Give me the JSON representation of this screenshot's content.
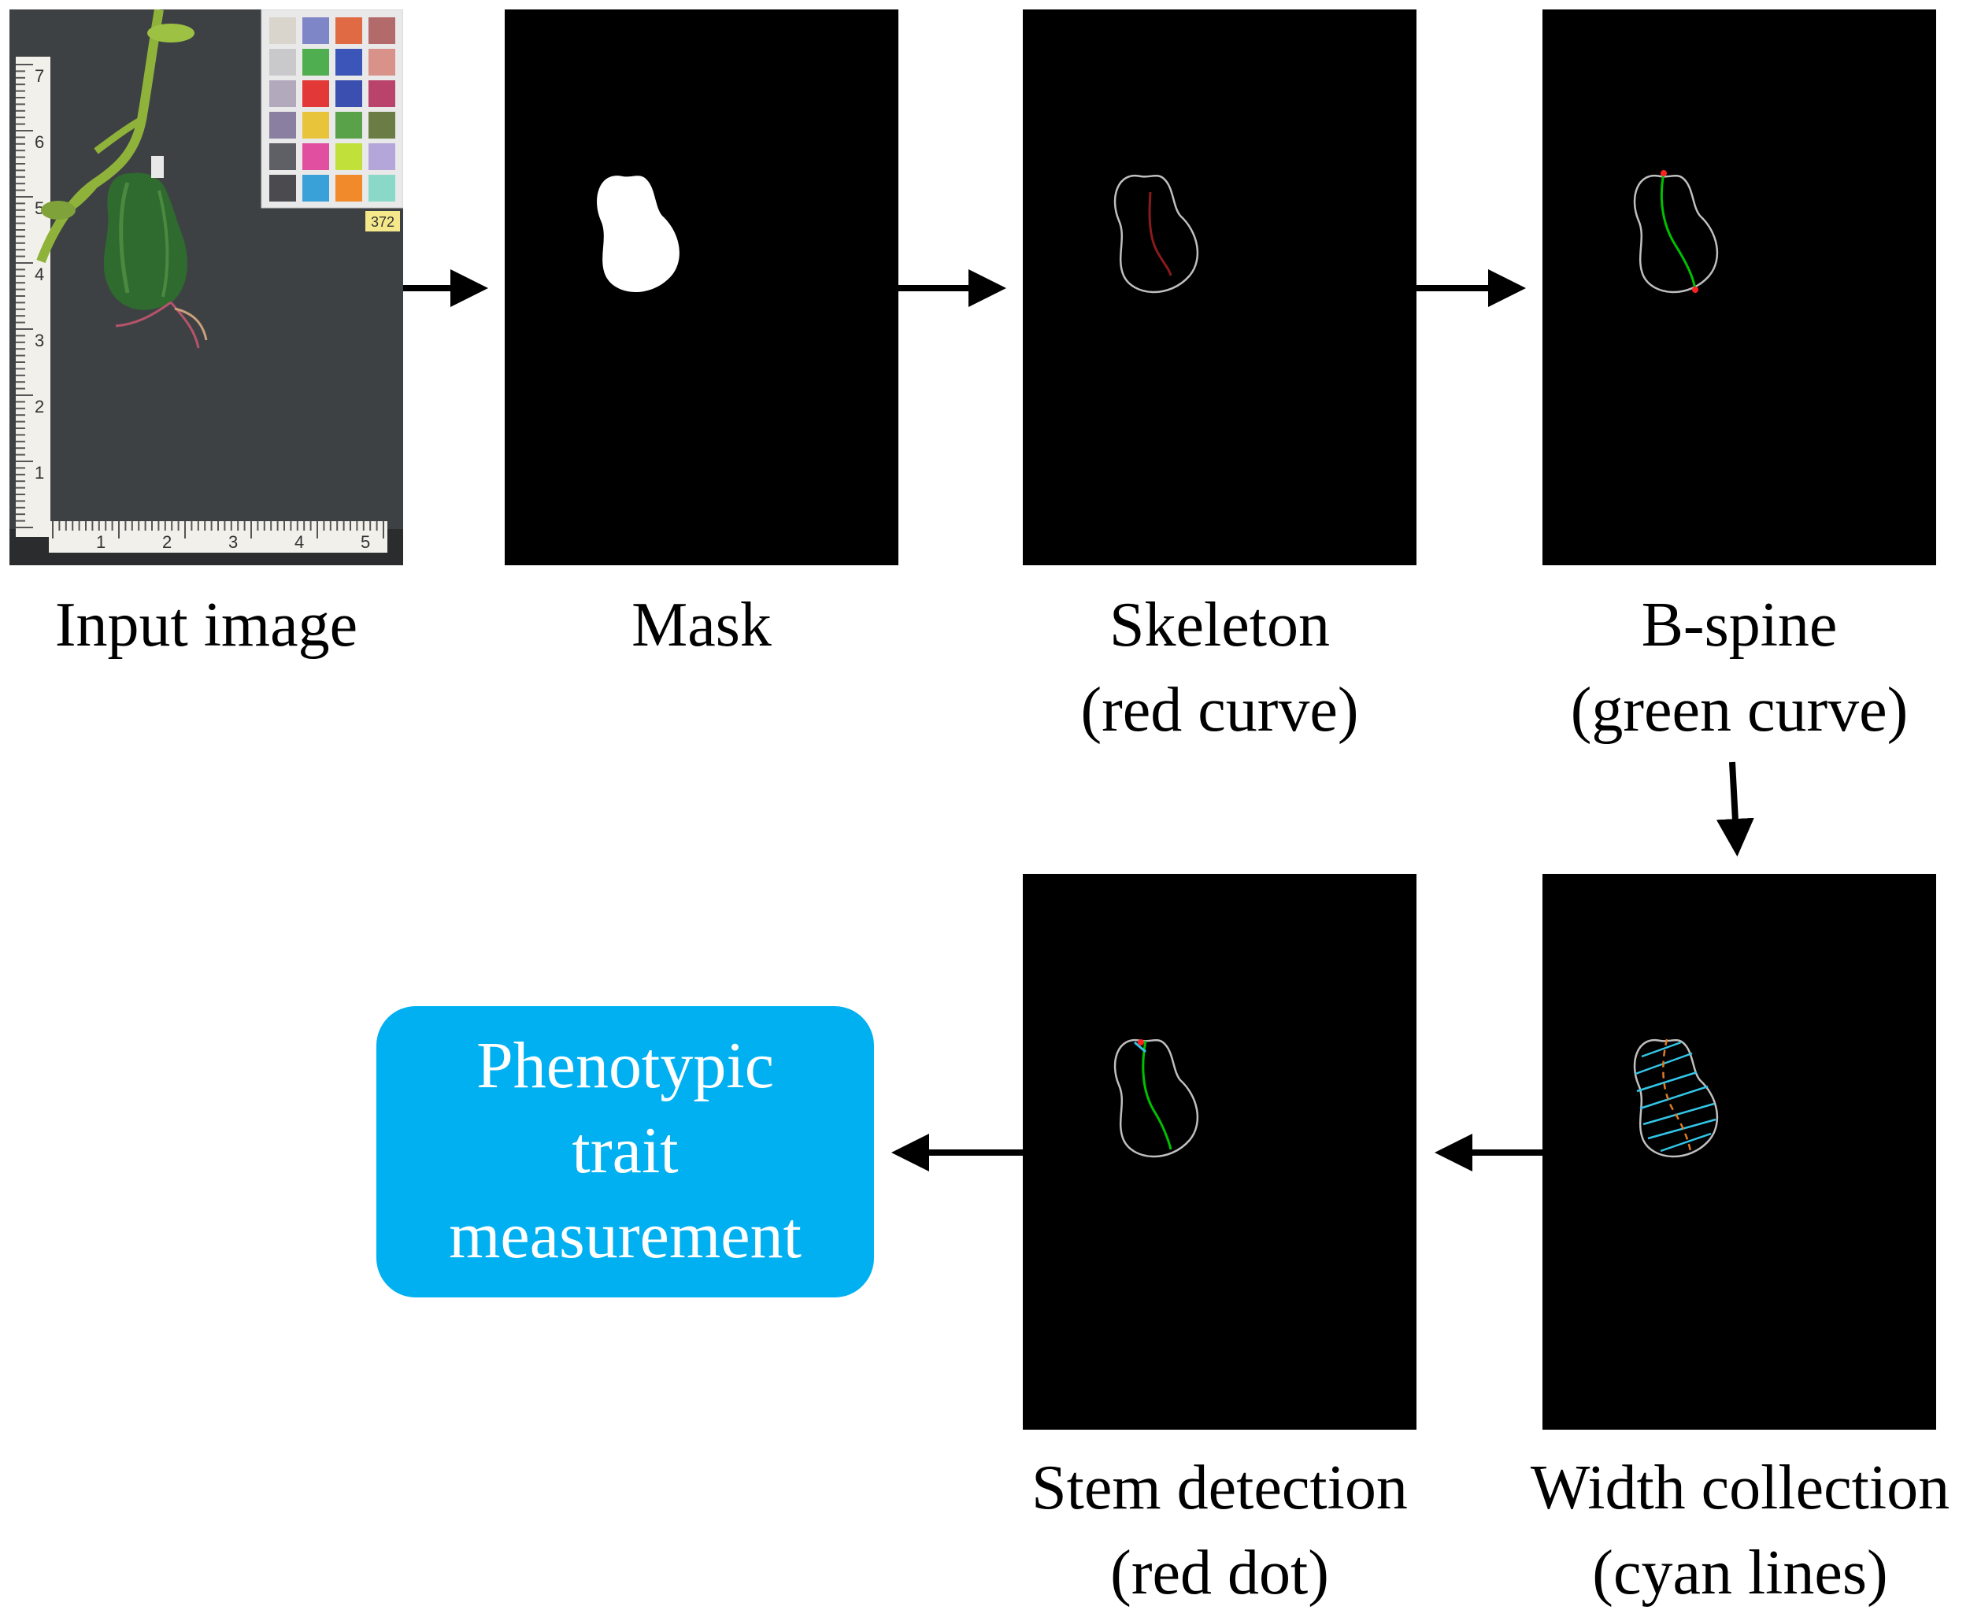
{
  "panels": {
    "input": {
      "caption": [
        "Input image"
      ],
      "tag": "372",
      "ruler_v": [
        "7",
        "6",
        "5",
        "4",
        "3",
        "2",
        "1"
      ],
      "ruler_h": [
        "1",
        "2",
        "3",
        "4",
        "5"
      ]
    },
    "mask": {
      "caption": [
        "Mask"
      ]
    },
    "skeleton": {
      "caption": [
        "Skeleton",
        "(red curve)"
      ]
    },
    "bspine": {
      "caption": [
        "B-spine",
        "(green curve)"
      ]
    },
    "width": {
      "caption": [
        "Width collection",
        "(cyan lines)"
      ]
    },
    "stem": {
      "caption": [
        "Stem detection",
        "(red dot)"
      ]
    }
  },
  "result": {
    "lines": [
      "Phenotypic",
      "trait",
      "measurement"
    ]
  },
  "colors": {
    "result_box": "#00b0f0",
    "panel_bg": "#000000",
    "arrow": "#000000",
    "outline": "#bfbfbf",
    "skeleton": "#8b1a1a",
    "spine": "#00c000",
    "width_lines": "#33c6e8",
    "stem_dot": "#ff2020"
  }
}
